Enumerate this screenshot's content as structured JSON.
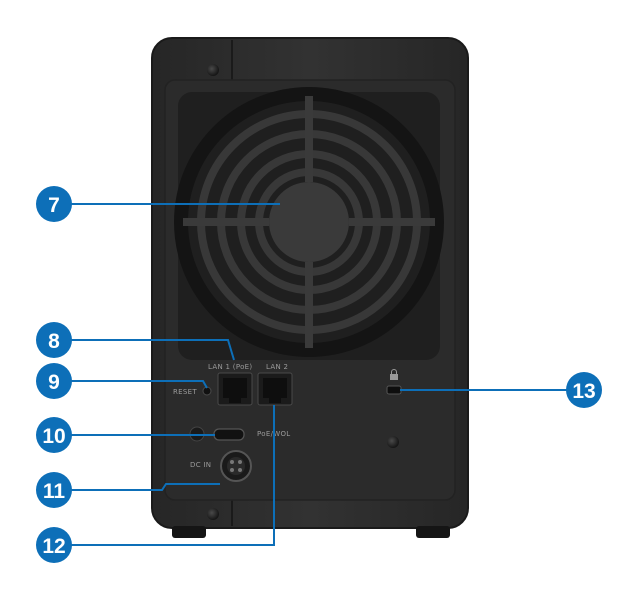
{
  "device": {
    "ports": {
      "lan1_label": "LAN 1 (PoE)",
      "lan2_label": "LAN 2",
      "reset_label": "RESET",
      "usb_label": "",
      "power_label": "DC IN",
      "wol_label": "PoE/WOL"
    }
  },
  "callouts": [
    {
      "num": "7"
    },
    {
      "num": "8"
    },
    {
      "num": "9"
    },
    {
      "num": "10"
    },
    {
      "num": "11"
    },
    {
      "num": "12"
    },
    {
      "num": "13"
    }
  ],
  "colors": {
    "callout_fill": "#0d6fb8",
    "leader_line": "#0d6fb8",
    "chassis": "#2e2e2e",
    "chassis_edge": "#1c1c1c",
    "fan_ring": "#141414"
  }
}
